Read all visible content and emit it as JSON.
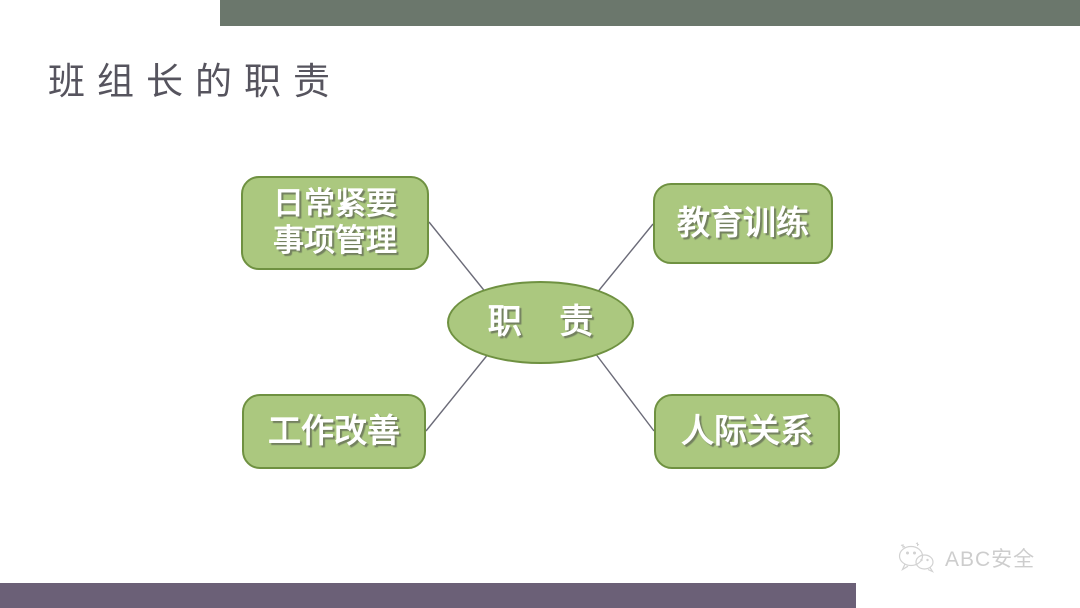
{
  "slide": {
    "title": "班组长的职责",
    "background_color": "#ffffff"
  },
  "decor": {
    "top_bar_color": "#6b776c",
    "bottom_bar_color": "#6b6077"
  },
  "diagram": {
    "type": "radial-mindmap",
    "center": {
      "id": "center",
      "label": "职  责",
      "shape": "ellipse",
      "fill_color": "#abc87f",
      "border_color": "#6f9141",
      "text_color": "#ffffff"
    },
    "nodes": [
      {
        "id": "daily",
        "label": "日常紧要\n事项管理",
        "shape": "rounded-rect",
        "position": "top-left",
        "fill_color": "#abc87f",
        "border_color": "#6f9141",
        "text_color": "#ffffff"
      },
      {
        "id": "education",
        "label": "教育训练",
        "shape": "rounded-rect",
        "position": "top-right",
        "fill_color": "#abc87f",
        "border_color": "#6f9141",
        "text_color": "#ffffff"
      },
      {
        "id": "improve",
        "label": "工作改善",
        "shape": "rounded-rect",
        "position": "bottom-left",
        "fill_color": "#abc87f",
        "border_color": "#6f9141",
        "text_color": "#ffffff"
      },
      {
        "id": "relations",
        "label": "人际关系",
        "shape": "rounded-rect",
        "position": "bottom-right",
        "fill_color": "#abc87f",
        "border_color": "#6f9141",
        "text_color": "#ffffff"
      }
    ],
    "connector_color": "#6b6b78"
  },
  "watermark": {
    "icon": "wechat-logo-icon",
    "text": "ABC安全",
    "color": "#7d7d7d"
  }
}
